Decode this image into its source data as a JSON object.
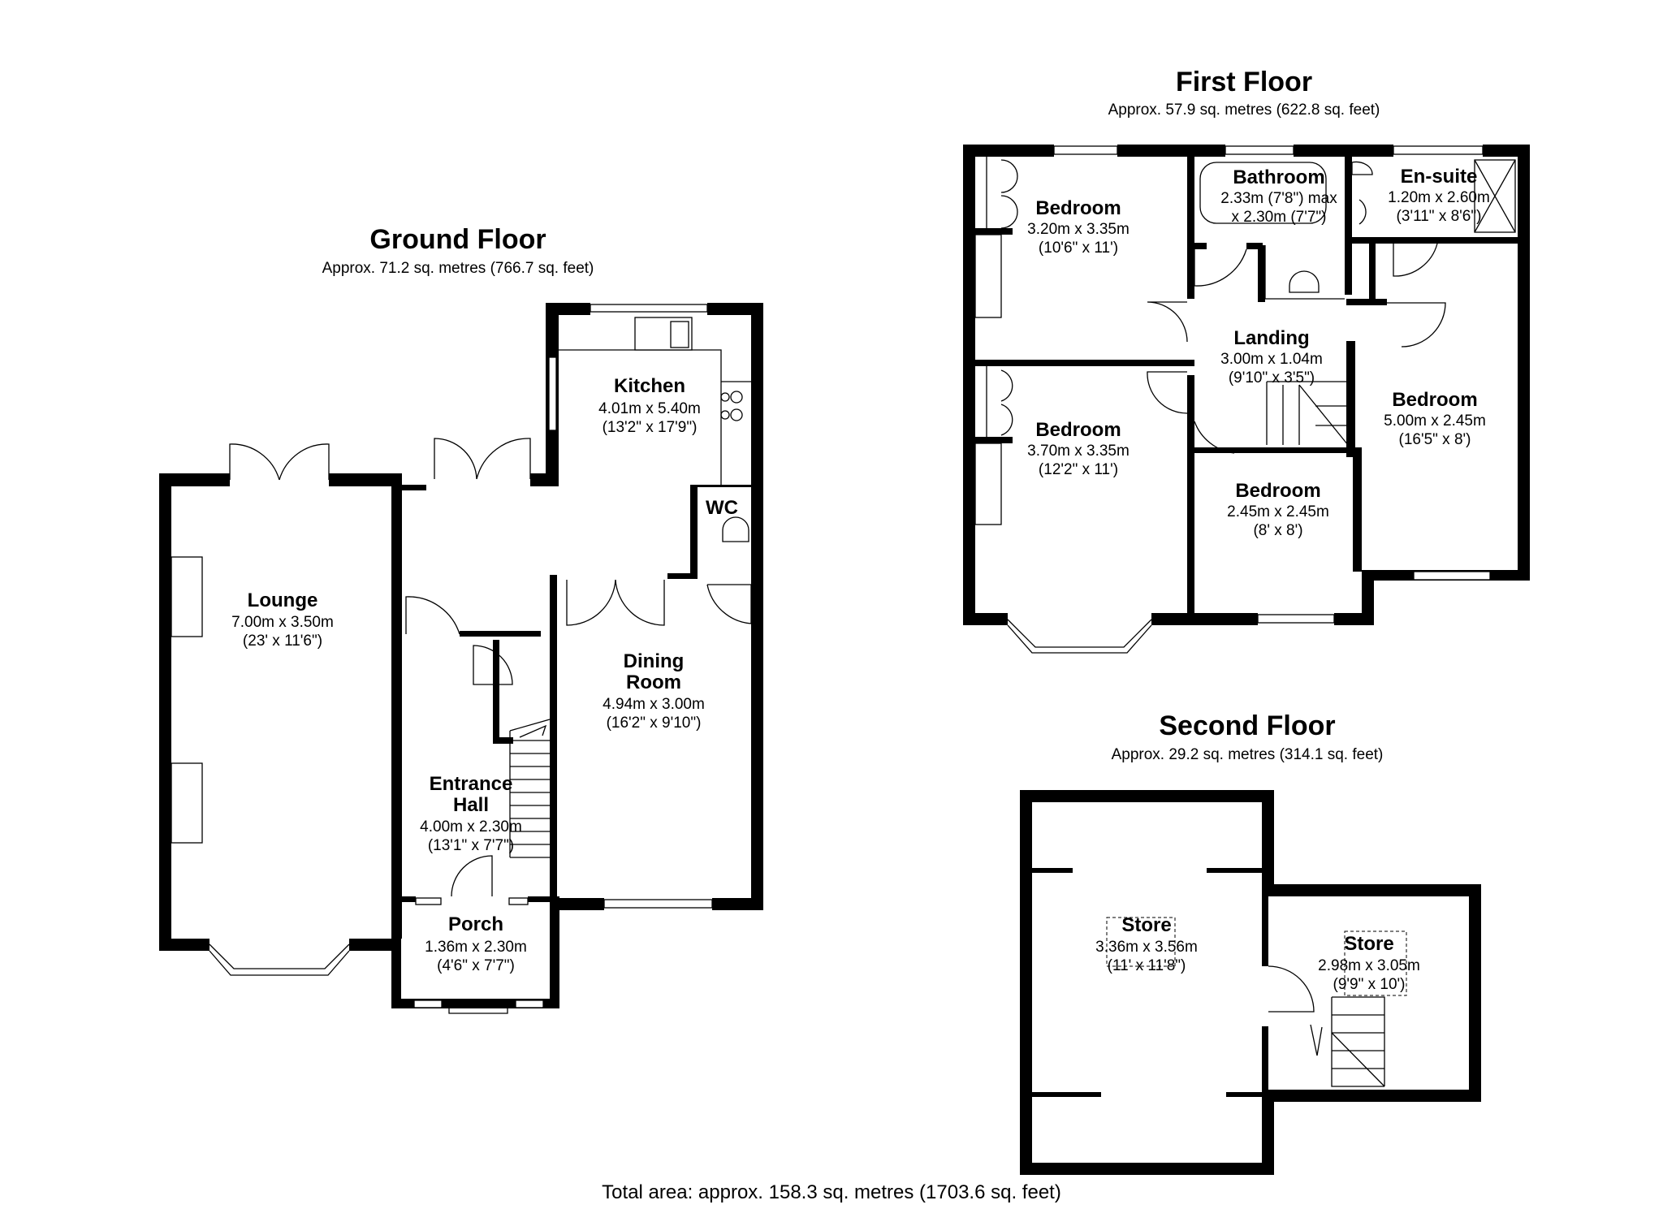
{
  "floors": {
    "ground": {
      "title": "Ground Floor",
      "area": "Approx. 71.2 sq. metres (766.7 sq. feet)",
      "rooms": {
        "lounge": {
          "name": "Lounge",
          "dim_m": "7.00m x 3.50m",
          "dim_ft": "(23' x 11'6\")"
        },
        "kitchen": {
          "name": "Kitchen",
          "dim_m": "4.01m x 5.40m",
          "dim_ft": "(13'2\" x 17'9\")"
        },
        "wc": {
          "name": "WC"
        },
        "dining": {
          "name_1": "Dining",
          "name_2": "Room",
          "dim_m": "4.94m x 3.00m",
          "dim_ft": "(16'2\" x 9'10\")"
        },
        "hall": {
          "name_1": "Entrance",
          "name_2": "Hall",
          "dim_m": "4.00m x 2.30m",
          "dim_ft": "(13'1\" x 7'7\")"
        },
        "porch": {
          "name": "Porch",
          "dim_m": "1.36m x 2.30m",
          "dim_ft": "(4'6\" x 7'7\")"
        }
      }
    },
    "first": {
      "title": "First Floor",
      "area": "Approx. 57.9 sq. metres (622.8 sq. feet)",
      "rooms": {
        "bedroom_nw": {
          "name": "Bedroom",
          "dim_m": "3.20m x 3.35m",
          "dim_ft": "(10'6\" x 11')"
        },
        "bathroom": {
          "name": "Bathroom",
          "dim_m": "2.33m (7'8\") max",
          "dim_ft": "x 2.30m (7'7\")"
        },
        "ensuite": {
          "name": "En-suite",
          "dim_m": "1.20m x 2.60m",
          "dim_ft": "(3'11\" x 8'6\")"
        },
        "landing": {
          "name": "Landing",
          "dim_m": "3.00m x 1.04m",
          "dim_ft": "(9'10\" x 3'5\")"
        },
        "bedroom_e": {
          "name": "Bedroom",
          "dim_m": "5.00m x 2.45m",
          "dim_ft": "(16'5\" x 8')"
        },
        "bedroom_sw": {
          "name": "Bedroom",
          "dim_m": "3.70m x 3.35m",
          "dim_ft": "(12'2\" x 11')"
        },
        "bedroom_s": {
          "name": "Bedroom",
          "dim_m": "2.45m x 2.45m",
          "dim_ft": "(8' x 8')"
        }
      }
    },
    "second": {
      "title": "Second Floor",
      "area": "Approx. 29.2 sq. metres (314.1 sq. feet)",
      "rooms": {
        "store_1": {
          "name": "Store",
          "dim_m": "3.36m x 3.56m",
          "dim_ft": "(11' x 11'8\")"
        },
        "store_2": {
          "name": "Store",
          "dim_m": "2.98m x 3.05m",
          "dim_ft": "(9'9\" x 10')"
        }
      }
    }
  },
  "total_area": "Total area: approx. 158.3 sq. metres (1703.6 sq. feet)"
}
